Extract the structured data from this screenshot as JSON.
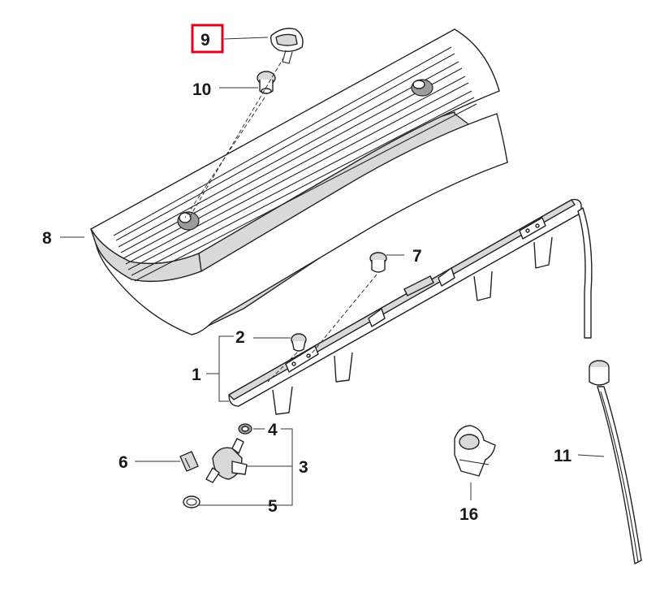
{
  "callouts": {
    "p1": "1",
    "p2": "2",
    "p3": "3",
    "p4": "4",
    "p5": "5",
    "p6": "6",
    "p7": "7",
    "p8": "8",
    "p9": "9",
    "p10": "10",
    "p11": "11",
    "p16": "16"
  },
  "highlight": {
    "part": "9",
    "color": "#e3001b"
  }
}
